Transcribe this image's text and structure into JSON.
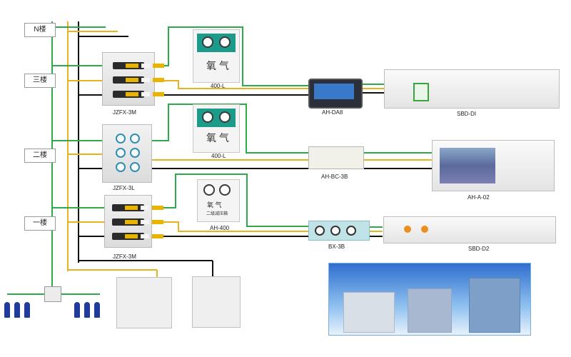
{
  "floors": [
    "N楼",
    "三楼",
    "二楼",
    "一楼"
  ],
  "cabinets": [
    "JZFX-3M",
    "JZFX-3L",
    "JZFX-3M"
  ],
  "panels": [
    "400-L",
    "400-L",
    "AH-400"
  ],
  "panel_text": {
    "main": [
      "氧 气",
      "氧 气",
      "氧 气"
    ],
    "sub": [
      "",
      "",
      "二级减压箱"
    ]
  },
  "terminals": [
    "AH-DA8",
    "AH-BC-3B",
    "BX-3B"
  ],
  "beds": [
    "SBD-DI",
    "AH-A-02",
    "SBD-D2"
  ],
  "colors": {
    "green": "#2eaa4a",
    "yellow": "#e7b21f",
    "black": "#111111"
  }
}
